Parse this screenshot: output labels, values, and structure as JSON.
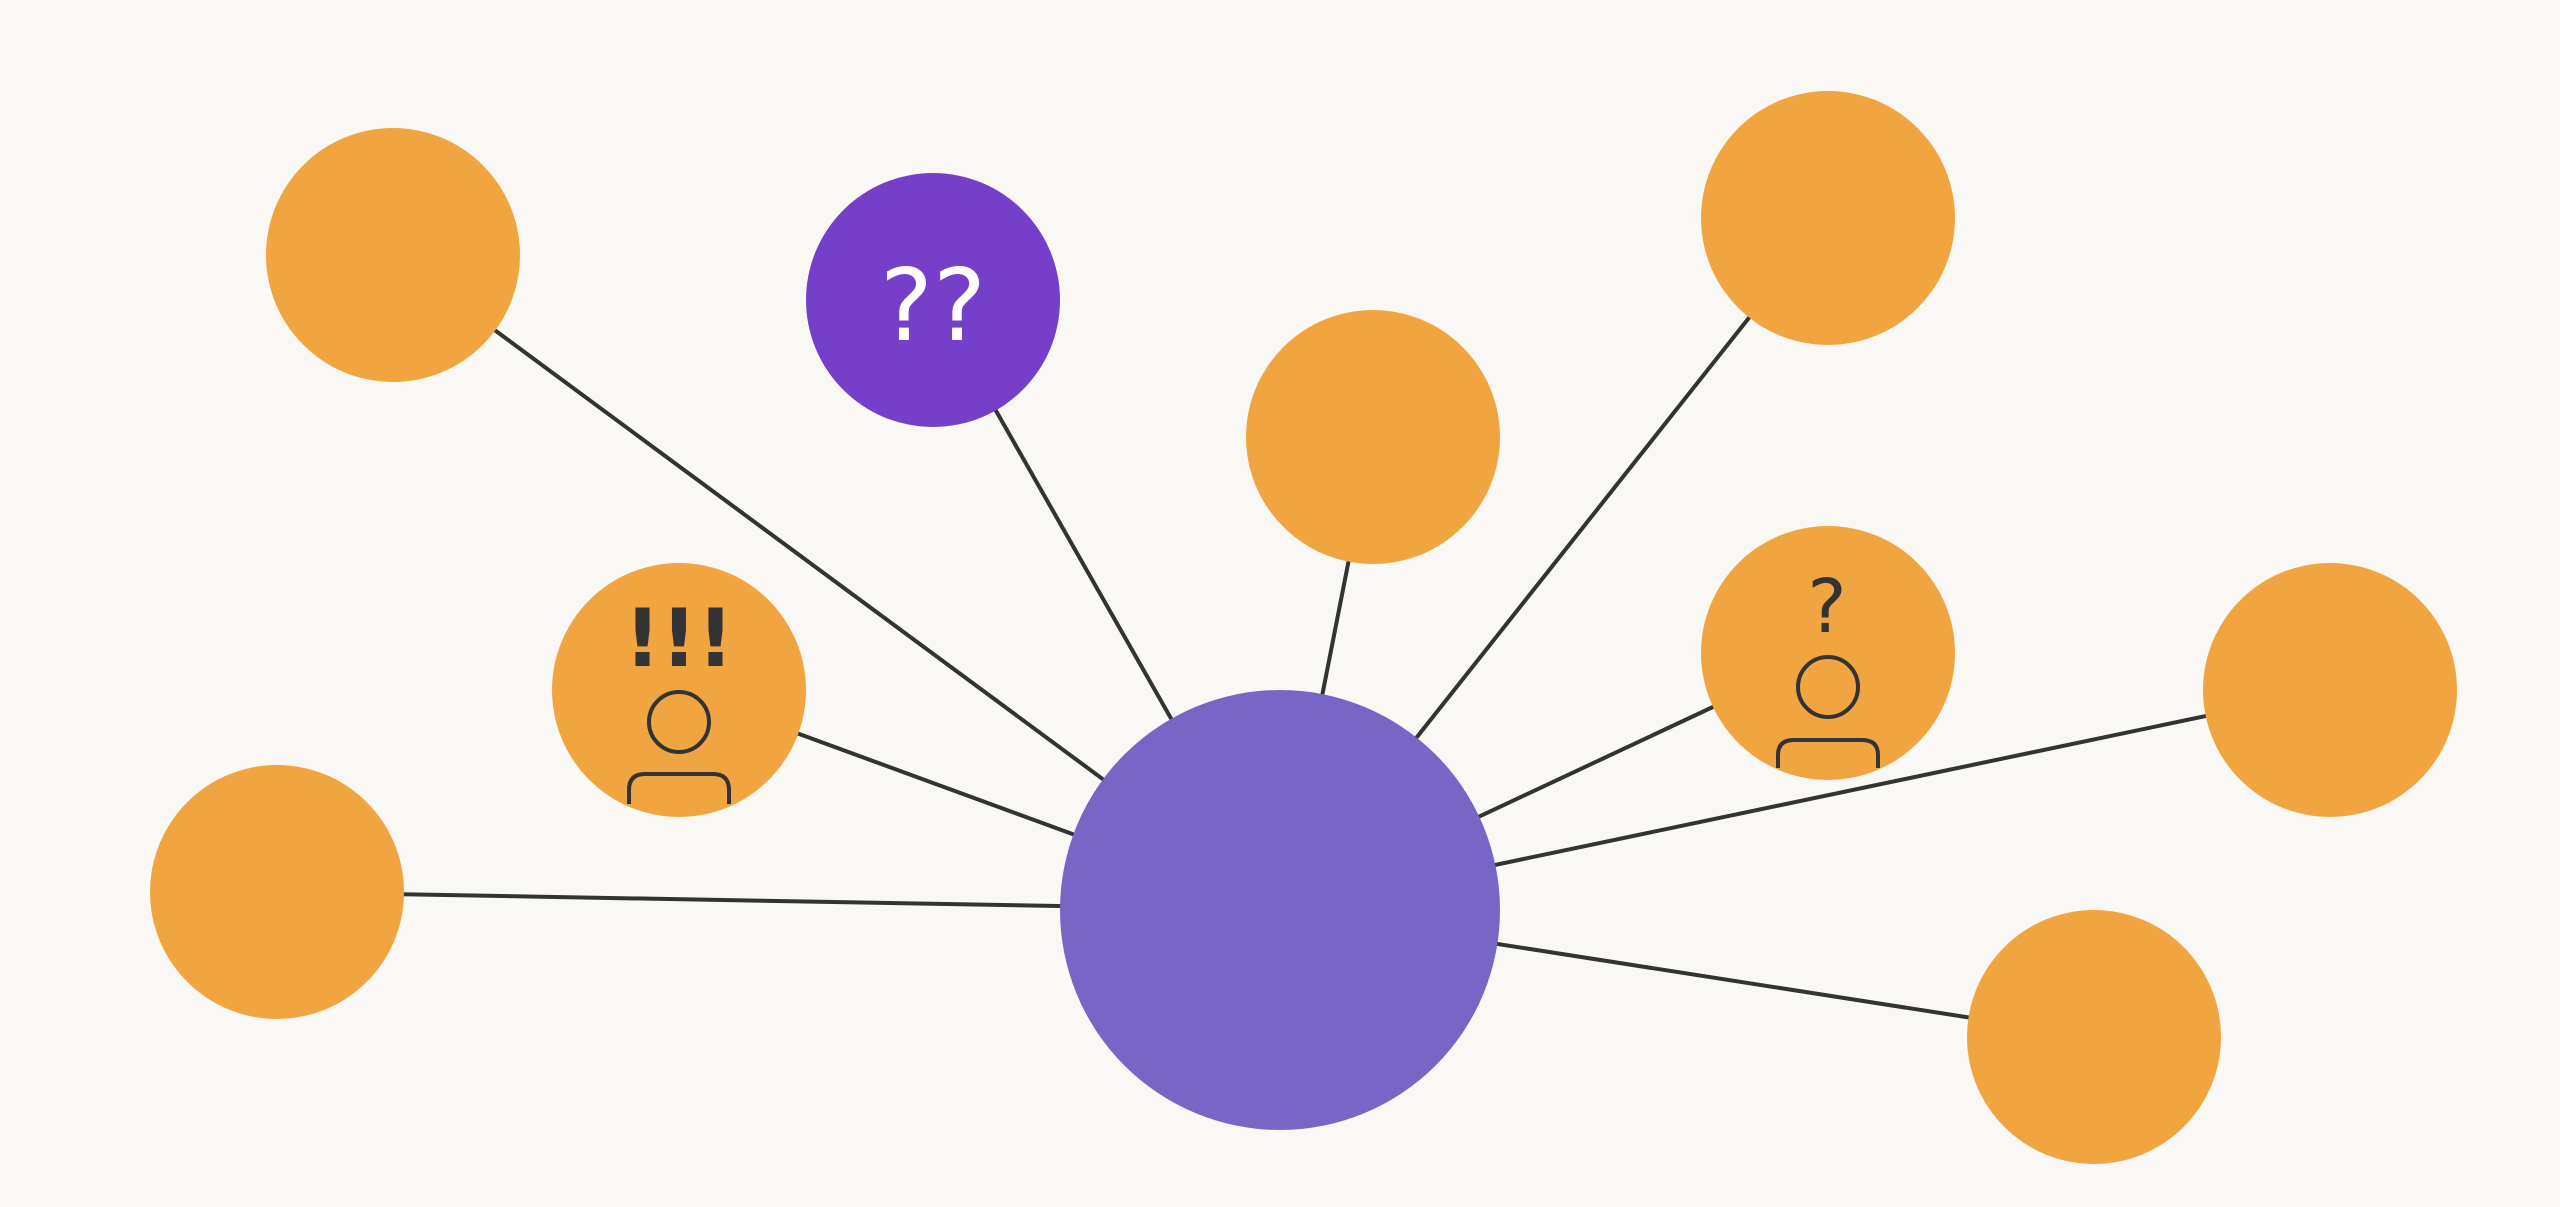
{
  "colors": {
    "background": "#f9f8f5",
    "hub": "#7866c6",
    "node": "#f1a541",
    "highlight_node": "#763fca",
    "edge": "#333333",
    "glyph_dark": "#333333",
    "glyph_light": "#ffffff"
  },
  "diagram": {
    "hub": {
      "id": "hub",
      "label": ""
    },
    "nodes": [
      {
        "id": "node-top-left",
        "label": "",
        "kind": "plain"
      },
      {
        "id": "node-double-question",
        "label": "??",
        "kind": "highlight",
        "icon": "double-question-icon"
      },
      {
        "id": "node-top-center",
        "label": "",
        "kind": "plain"
      },
      {
        "id": "node-top-right",
        "label": "",
        "kind": "plain"
      },
      {
        "id": "node-exclaim-person",
        "label": "!!!",
        "kind": "plain",
        "icon": "person-exclaim-icon"
      },
      {
        "id": "node-question-person",
        "label": "?",
        "kind": "plain",
        "icon": "person-question-icon"
      },
      {
        "id": "node-left",
        "label": "",
        "kind": "plain"
      },
      {
        "id": "node-right",
        "label": "",
        "kind": "plain"
      },
      {
        "id": "node-bottom-right",
        "label": "",
        "kind": "plain"
      }
    ],
    "edges": [
      {
        "from": "hub",
        "to": "node-top-left"
      },
      {
        "from": "hub",
        "to": "node-double-question"
      },
      {
        "from": "hub",
        "to": "node-top-center"
      },
      {
        "from": "hub",
        "to": "node-top-right"
      },
      {
        "from": "hub",
        "to": "node-exclaim-person"
      },
      {
        "from": "hub",
        "to": "node-question-person"
      },
      {
        "from": "hub",
        "to": "node-left"
      },
      {
        "from": "hub",
        "to": "node-right"
      },
      {
        "from": "hub",
        "to": "node-bottom-right"
      }
    ]
  }
}
